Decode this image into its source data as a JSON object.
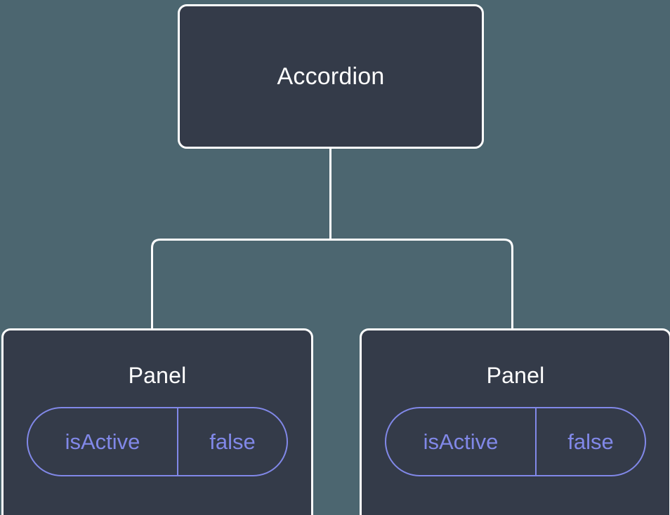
{
  "diagram": {
    "type": "component-tree",
    "background_color": "#4c6670",
    "node_fill_color": "#343b49",
    "node_border_color": "#ffffff",
    "edge_color": "#ffffff",
    "accent_color": "#8188e8",
    "root": {
      "label": "Accordion"
    },
    "children": [
      {
        "label": "Panel",
        "props": [
          {
            "key": "isActive",
            "value": "false"
          }
        ]
      },
      {
        "label": "Panel",
        "props": [
          {
            "key": "isActive",
            "value": "false"
          }
        ]
      }
    ]
  }
}
